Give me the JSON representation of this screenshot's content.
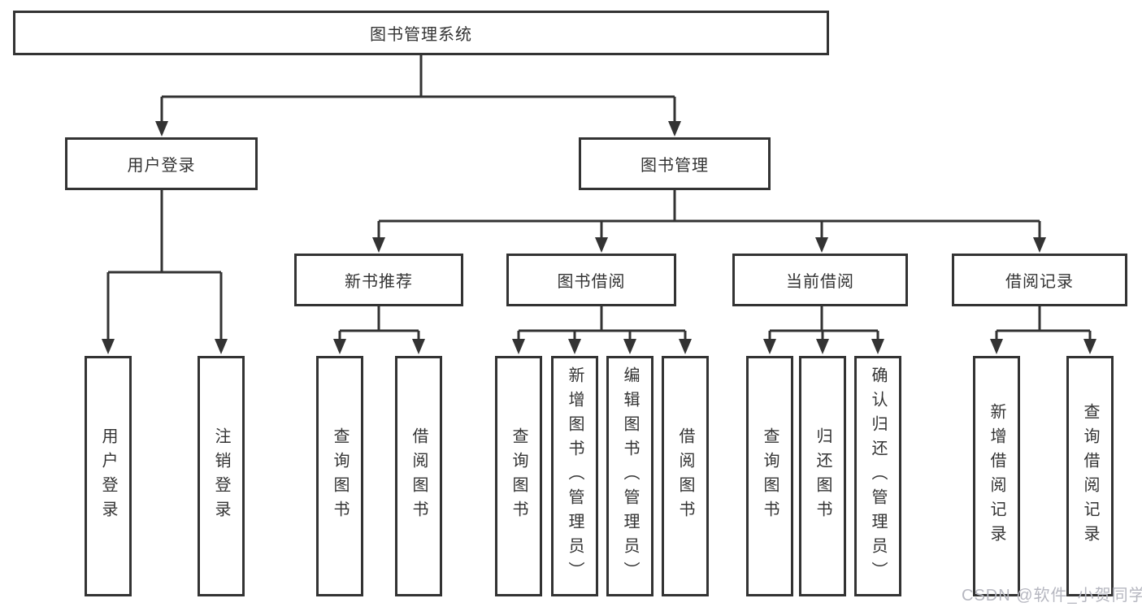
{
  "colors": {
    "line": "#333333",
    "box_border": "#333333",
    "background": "#ffffff",
    "watermark": "#b6b7c0"
  },
  "tree": {
    "label": "图书管理系统",
    "children": [
      {
        "label": "用户登录",
        "children": [
          {
            "label": "用户登录"
          },
          {
            "label": "注销登录"
          }
        ]
      },
      {
        "label": "图书管理",
        "children": [
          {
            "label": "新书推荐",
            "children": [
              {
                "label": "查询图书"
              },
              {
                "label": "借阅图书"
              }
            ]
          },
          {
            "label": "图书借阅",
            "children": [
              {
                "label": "查询图书"
              },
              {
                "label": "新增图书（管理员）"
              },
              {
                "label": "编辑图书（管理员）"
              },
              {
                "label": "借阅图书"
              }
            ]
          },
          {
            "label": "当前借阅",
            "children": [
              {
                "label": "查询图书"
              },
              {
                "label": "归还图书"
              },
              {
                "label": "确认归还（管理员）"
              }
            ]
          },
          {
            "label": "借阅记录",
            "children": [
              {
                "label": "新增借阅记录"
              },
              {
                "label": "查询借阅记录"
              }
            ]
          }
        ]
      }
    ]
  },
  "watermark": {
    "text": "CSDN @软件_小贺同学"
  }
}
